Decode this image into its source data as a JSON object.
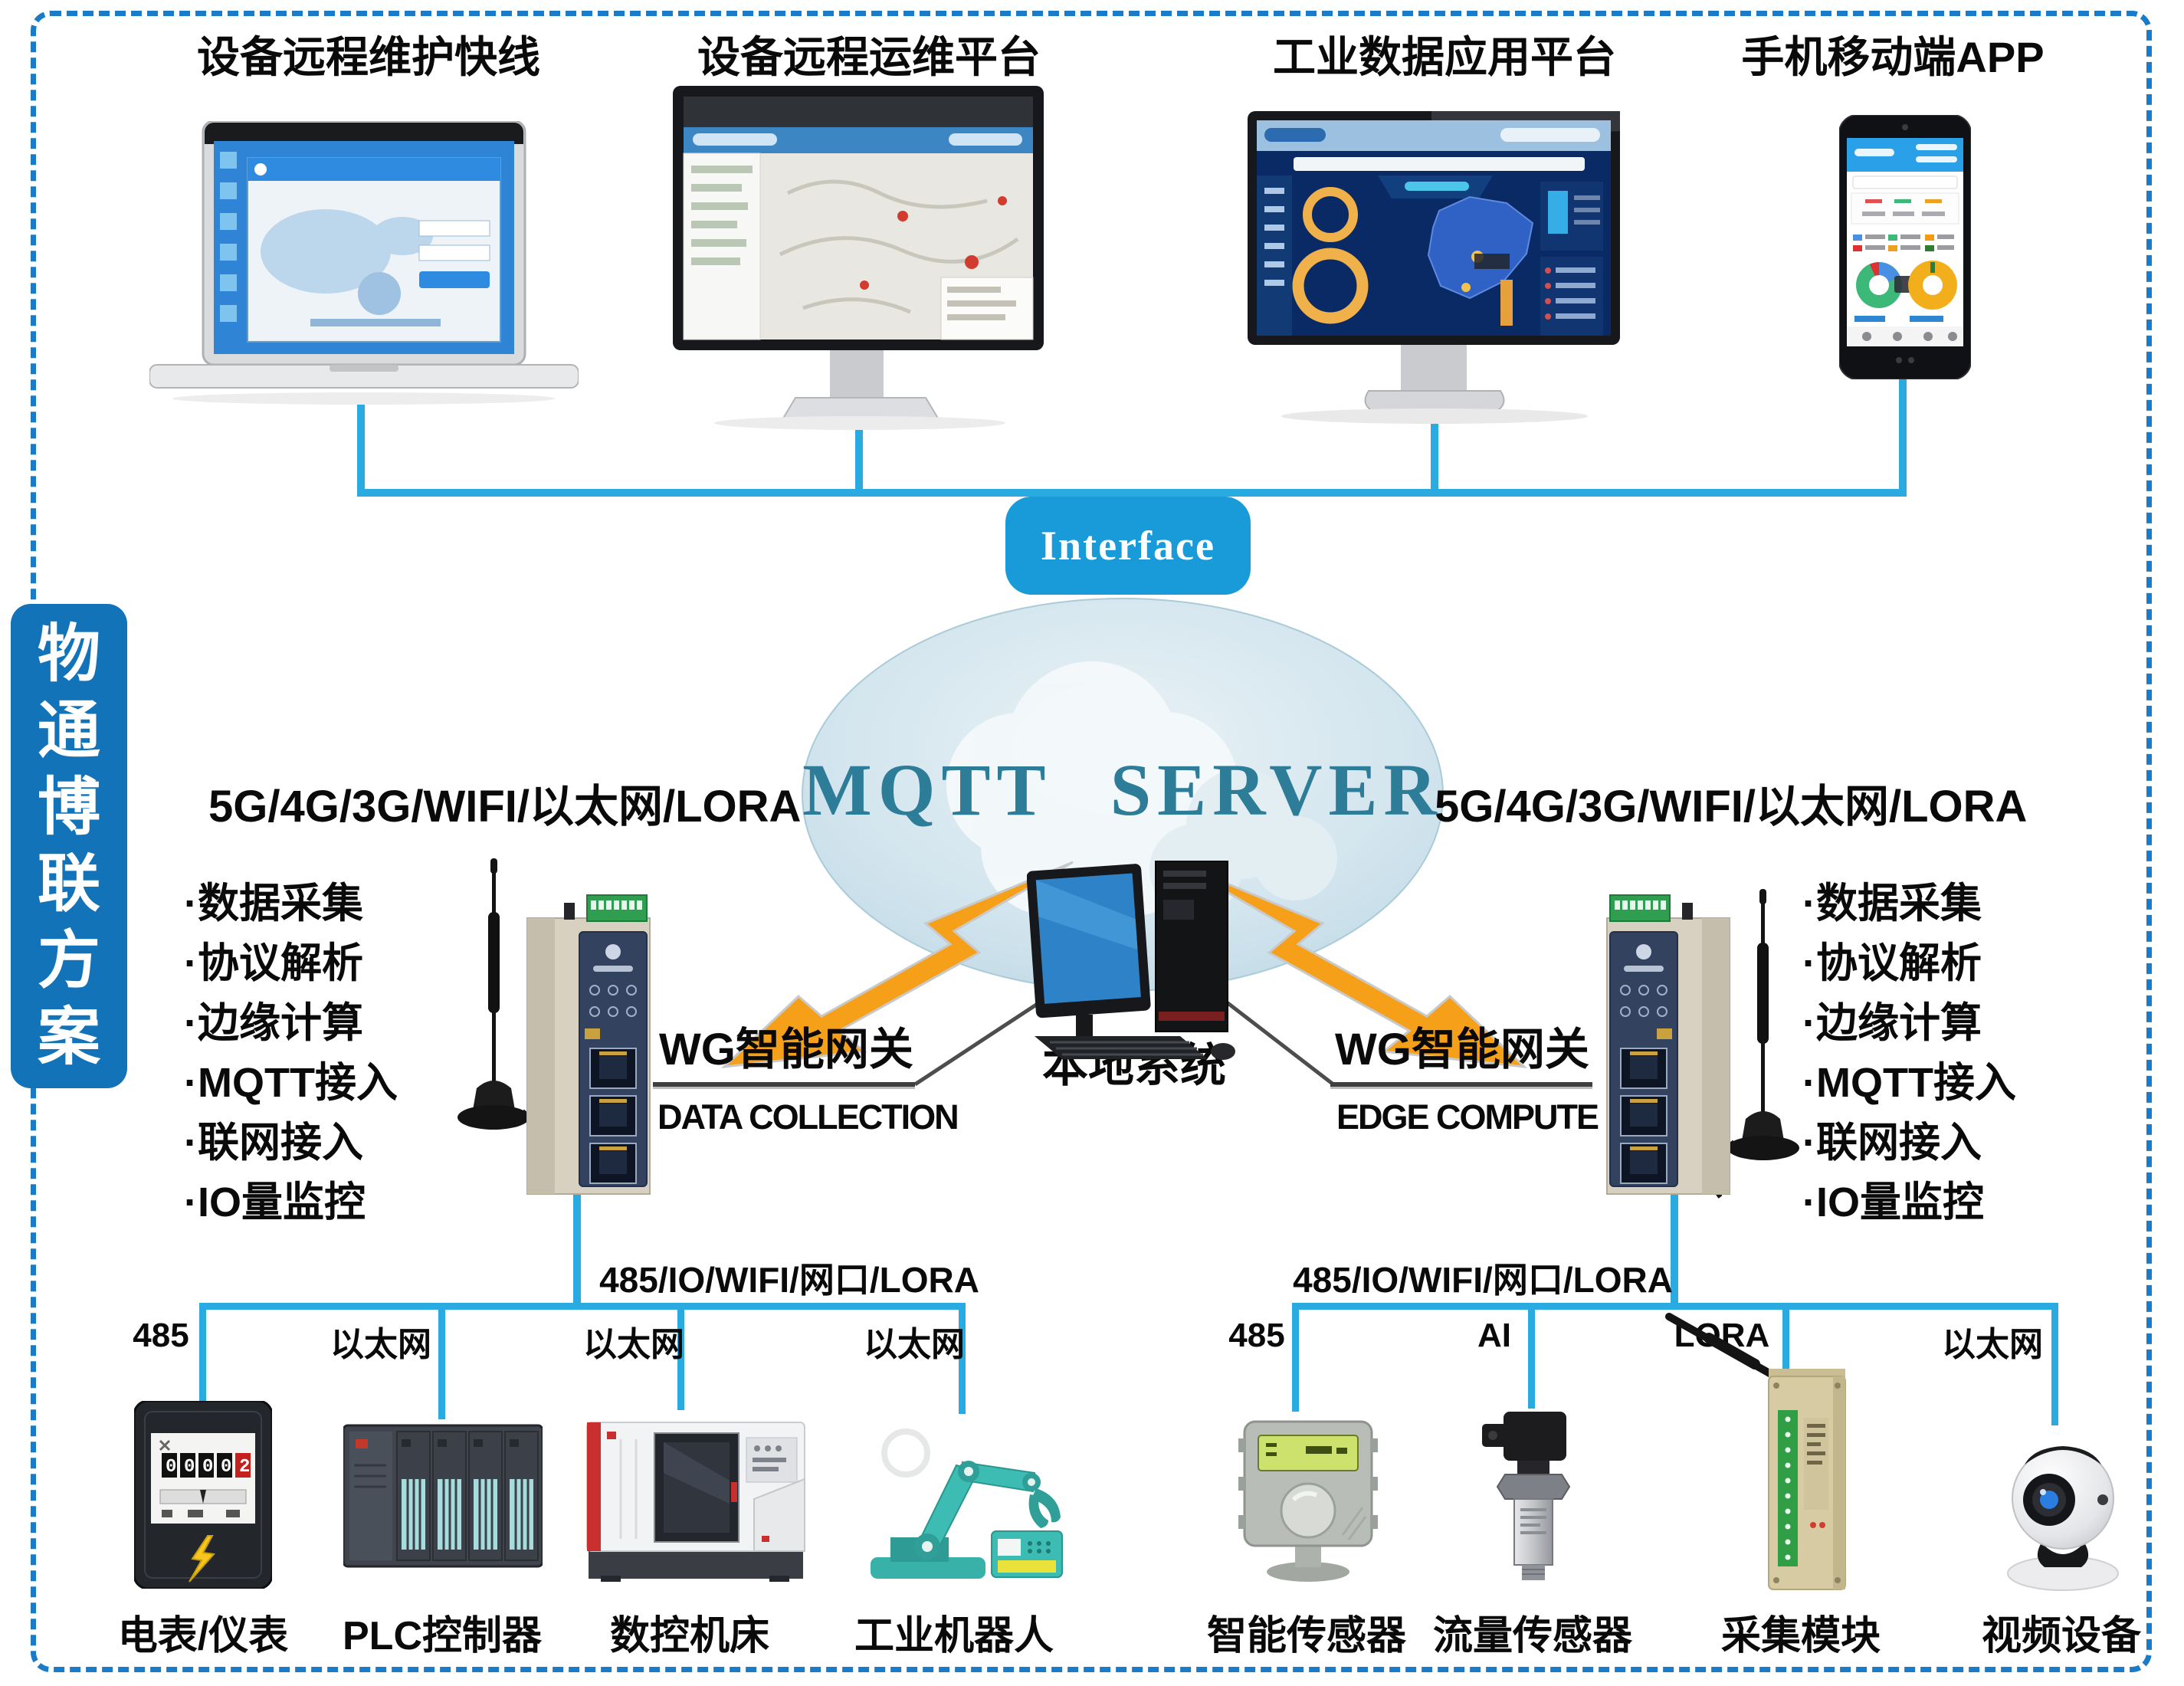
{
  "sidebar": {
    "title": "物通博联方案",
    "chars": [
      "物",
      "通",
      "博",
      "联",
      "方",
      "案"
    ]
  },
  "top_platforms": [
    {
      "label": "设备远程维护快线"
    },
    {
      "label": "设备远程运维平台"
    },
    {
      "label": "工业数据应用平台"
    },
    {
      "label": "手机移动端APP"
    }
  ],
  "cloud": {
    "interface_label": "Interface",
    "server_label": "MQTT SERVER"
  },
  "network_links": {
    "left": "5G/4G/3G/WIFI/以太网/LORA",
    "right": "5G/4G/3G/WIFI/以太网/LORA"
  },
  "features_left": [
    "·数据采集",
    "·协议解析",
    "·边缘计算",
    "·MQTT接入",
    "·联网接入",
    "·IO量监控"
  ],
  "features_right": [
    "·数据采集",
    "·协议解析",
    "·边缘计算",
    "·MQTT接入",
    "·联网接入",
    "·IO量监控"
  ],
  "gateway_left": {
    "title": "WG智能网关",
    "subtitle": "DATA COLLECTION"
  },
  "gateway_right": {
    "title": "WG智能网关",
    "subtitle": "EDGE COMPUTE"
  },
  "local_system": {
    "label": "本地系统"
  },
  "bus_left_label": "485/IO/WIFI/网口/LORA",
  "bus_right_label": "485/IO/WIFI/网口/LORA",
  "devices_left": [
    {
      "connection": "485",
      "label": "电表/仪表"
    },
    {
      "connection": "以太网",
      "label": "PLC控制器"
    },
    {
      "connection": "以太网",
      "label": "数控机床"
    },
    {
      "connection": "以太网",
      "label": "工业机器人"
    }
  ],
  "devices_right": [
    {
      "connection": "485",
      "label": "智能传感器"
    },
    {
      "connection": "AI",
      "label": "流量传感器"
    },
    {
      "connection": "LORA",
      "label": "采集模块"
    },
    {
      "connection": "以太网",
      "label": "视频设备"
    }
  ],
  "colors": {
    "line_blue": "#29abe2",
    "interface_badge_blue": "#189bd8",
    "sidebar_blue": "#1273b9",
    "border_blue": "#1a7cc9",
    "cloud_text_teal": "#2e7d98",
    "lightning_orange": "#f6a01a"
  }
}
